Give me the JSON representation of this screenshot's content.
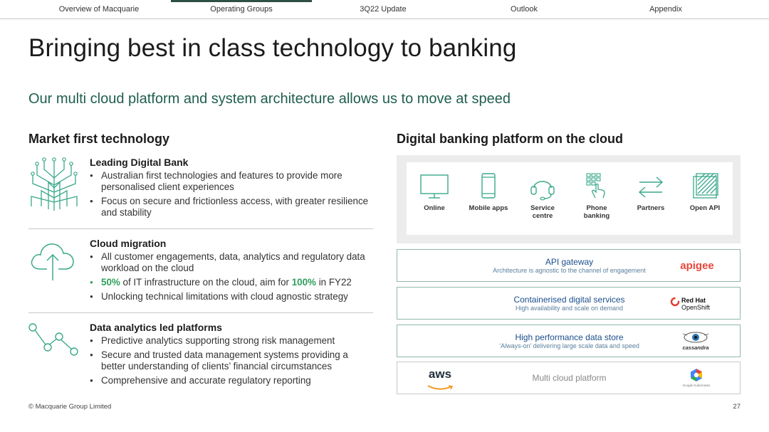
{
  "nav": {
    "tabs": [
      {
        "label": "Overview of Macquarie"
      },
      {
        "label": "Operating Groups"
      },
      {
        "label": "3Q22 Update"
      },
      {
        "label": "Outlook"
      },
      {
        "label": "Appendix"
      }
    ]
  },
  "title": "Bringing best in class technology to banking",
  "subtitle": "Our multi cloud platform and system architecture allows us to move at speed",
  "left": {
    "heading": "Market first technology",
    "sections": [
      {
        "title": "Leading Digital Bank",
        "bullets": [
          "Australian first technologies and features to provide more personalised client experiences",
          "Focus on secure and frictionless access, with greater resilience and stability"
        ]
      },
      {
        "title": "Cloud migration",
        "bullets": [
          "All customer engagements, data, analytics and regulatory data workload on the cloud",
          {
            "pct1": "50%",
            "mid": " of IT infrastructure on the cloud, aim for ",
            "pct2": "100%",
            "end": " in FY22"
          },
          "Unlocking technical limitations with cloud agnostic strategy"
        ]
      },
      {
        "title": "Data analytics led platforms",
        "bullets": [
          "Predictive analytics supporting strong risk management",
          "Secure and trusted data management systems providing a better understanding of clients’ financial circumstances",
          "Comprehensive and accurate regulatory reporting"
        ]
      }
    ]
  },
  "right": {
    "heading": "Digital banking platform on the cloud",
    "channels": [
      {
        "label": "Online",
        "icon": "monitor-icon"
      },
      {
        "label": "Mobile apps",
        "icon": "phone-icon"
      },
      {
        "label": "Service centre",
        "icon": "headset-icon"
      },
      {
        "label": "Phone banking",
        "icon": "keypad-icon"
      },
      {
        "label": "Partners",
        "icon": "exchange-arrows-icon"
      },
      {
        "label": "Open API",
        "icon": "api-squares-icon"
      }
    ],
    "layers": [
      {
        "title": "API gateway",
        "desc": "Architecture is agnostic to the channel of engagement",
        "logo": "apigee"
      },
      {
        "title": "Containerised digital services",
        "desc": "High availability and scale on demand",
        "logo_line1": "Red Hat",
        "logo_line2": "OpenShift"
      },
      {
        "title": "High performance data store",
        "desc": "‘Always-on’ delivering large scale data and speed",
        "logo": "cassandra"
      },
      {
        "title": "Multi cloud platform",
        "logo_left": "aws",
        "logo_right": "Google Kubernetes"
      }
    ]
  },
  "footer": "© Macquarie Group Limited",
  "page_number": "27",
  "colors": {
    "accent": "#1f5e4d",
    "highlight": "#2e9e5a",
    "nav_active": "#2f4f45",
    "layer_title": "#1b4e8c"
  }
}
